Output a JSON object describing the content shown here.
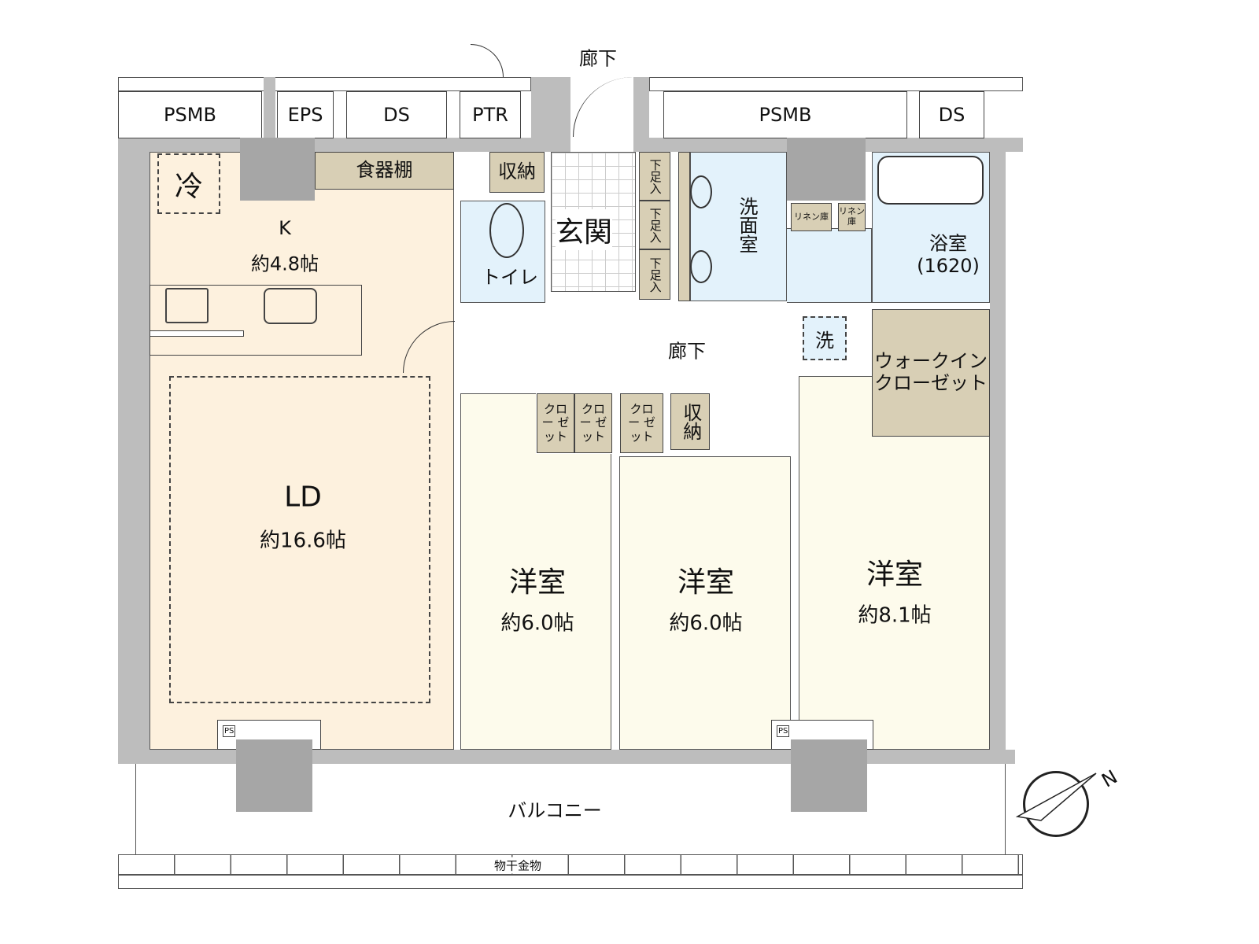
{
  "top_corridor": "廊下",
  "shafts": [
    "PSMB",
    "EPS",
    "DS",
    "PTR",
    "PSMB",
    "DS"
  ],
  "kitchen": {
    "fridge": "冷",
    "cabinet": "食器棚",
    "name": "K",
    "size": "約4.8帖"
  },
  "ld": {
    "name": "LD",
    "size": "約16.6帖"
  },
  "storage": "収納",
  "toilet": "トイレ",
  "entrance": "玄関",
  "shoe_storage": [
    "下足入",
    "下足入",
    "下足入"
  ],
  "washroom": "洗面室",
  "linen": [
    "リネン庫",
    "リネン庫"
  ],
  "bath": {
    "name": "浴室",
    "size": "(1620)"
  },
  "laundry": "洗",
  "hall": "廊下",
  "wic": [
    "ウォークイン",
    "クローゼット"
  ],
  "closets": [
    "クロー ゼット",
    "クロー ゼット",
    "クロー ゼット"
  ],
  "storage2": "収納",
  "rooms": [
    {
      "name": "洋室",
      "size": "約6.0帖"
    },
    {
      "name": "洋室",
      "size": "約6.0帖"
    },
    {
      "name": "洋室",
      "size": "約8.1帖"
    }
  ],
  "ps": [
    "PS",
    "PS"
  ],
  "balcony": "バルコニー",
  "hanger": "物干金物",
  "compass": "N"
}
